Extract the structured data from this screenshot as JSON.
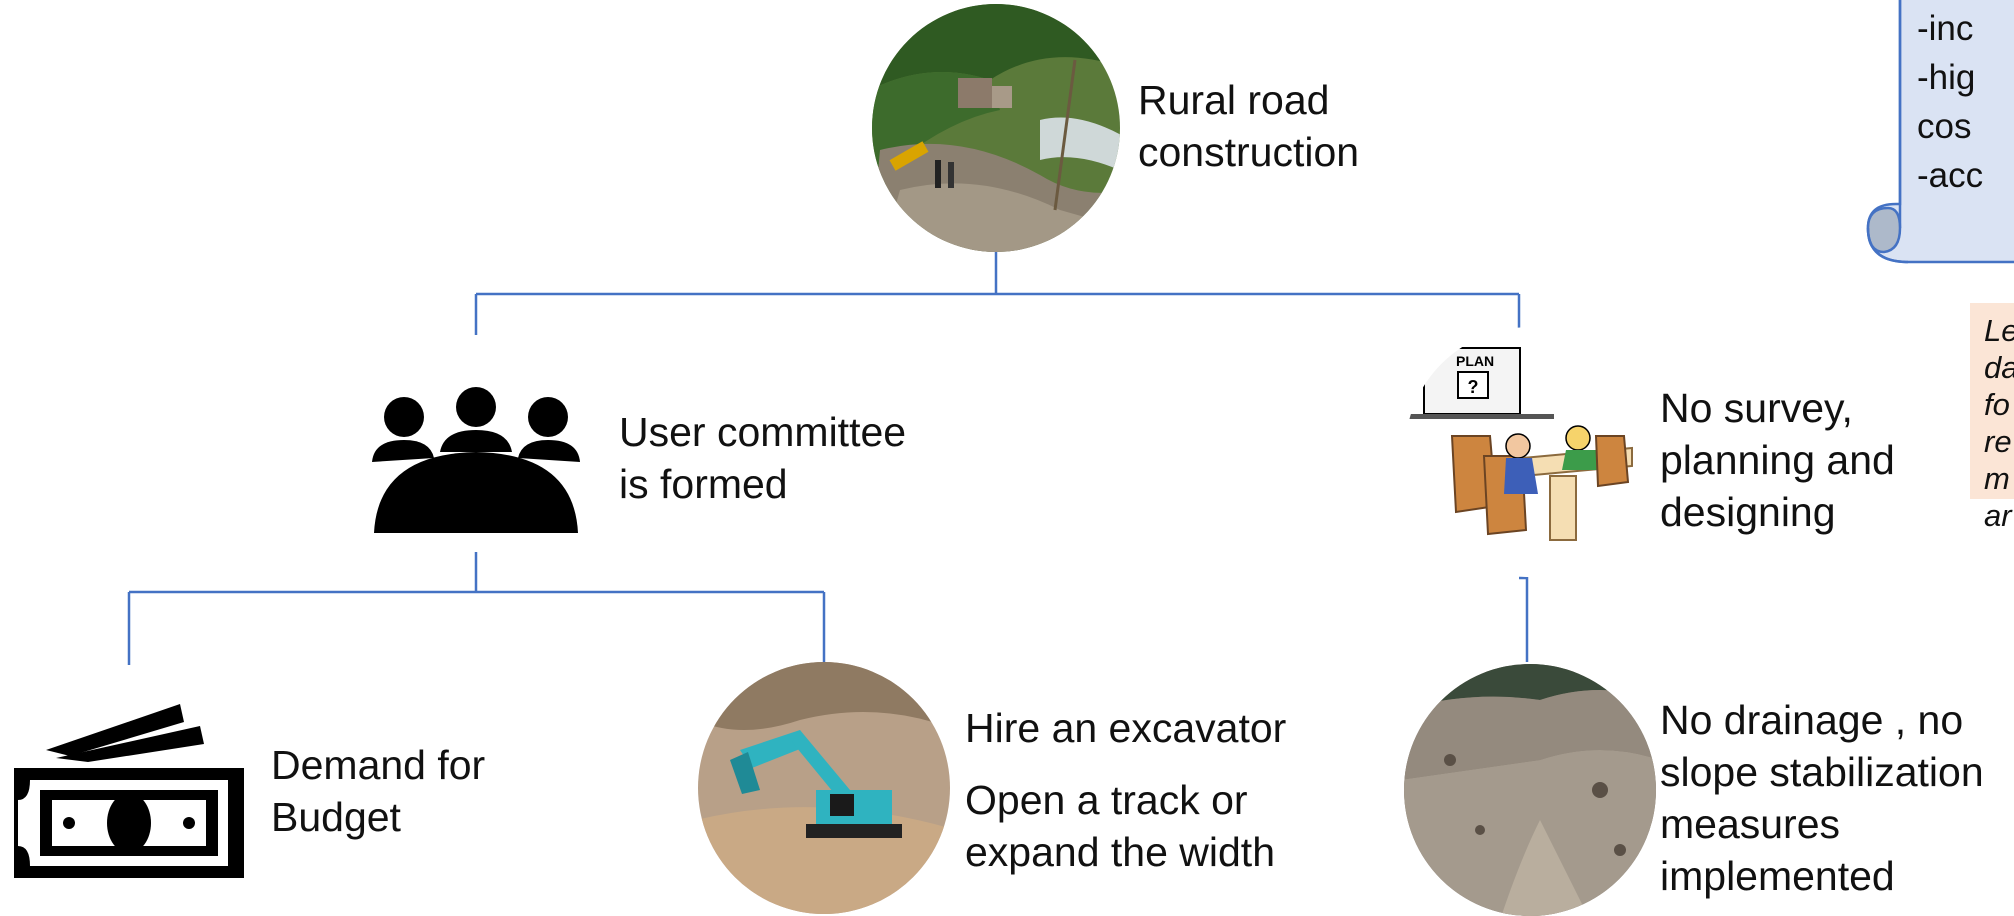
{
  "diagram": {
    "root": {
      "label_lines": [
        "Rural road",
        "construction"
      ],
      "image": "rural-road-photo"
    },
    "left_branch": {
      "label_lines": [
        "User committee",
        "is formed"
      ],
      "icon": "people-meeting-icon",
      "children": [
        {
          "label_lines": [
            "Demand for",
            "Budget"
          ],
          "icon": "money-icon"
        },
        {
          "label_lines": [
            "Hire an excavator",
            "Open a track or",
            "expand the width"
          ],
          "image": "excavator-photo"
        }
      ]
    },
    "right_branch": {
      "label_lines": [
        "No survey,",
        "planning and",
        "designing"
      ],
      "image": "planning-meeting-cartoon",
      "image_text": "PLAN",
      "child": {
        "label_lines": [
          "No drainage , no",
          "slope stabilization",
          "measures",
          "implemented"
        ],
        "image": "landslide-photo"
      }
    },
    "scroll_note": {
      "lines": [
        "-inc",
        "-hig",
        "cos",
        "-acc"
      ]
    },
    "lesson_note": {
      "lines": [
        "Le",
        "da",
        "fo",
        "re",
        "m",
        "ar"
      ]
    },
    "colors": {
      "connector": "#4472c4",
      "scroll_fill": "#dae3f3",
      "scroll_stroke": "#4472c4",
      "lesson_fill": "#fbe5d6"
    }
  }
}
